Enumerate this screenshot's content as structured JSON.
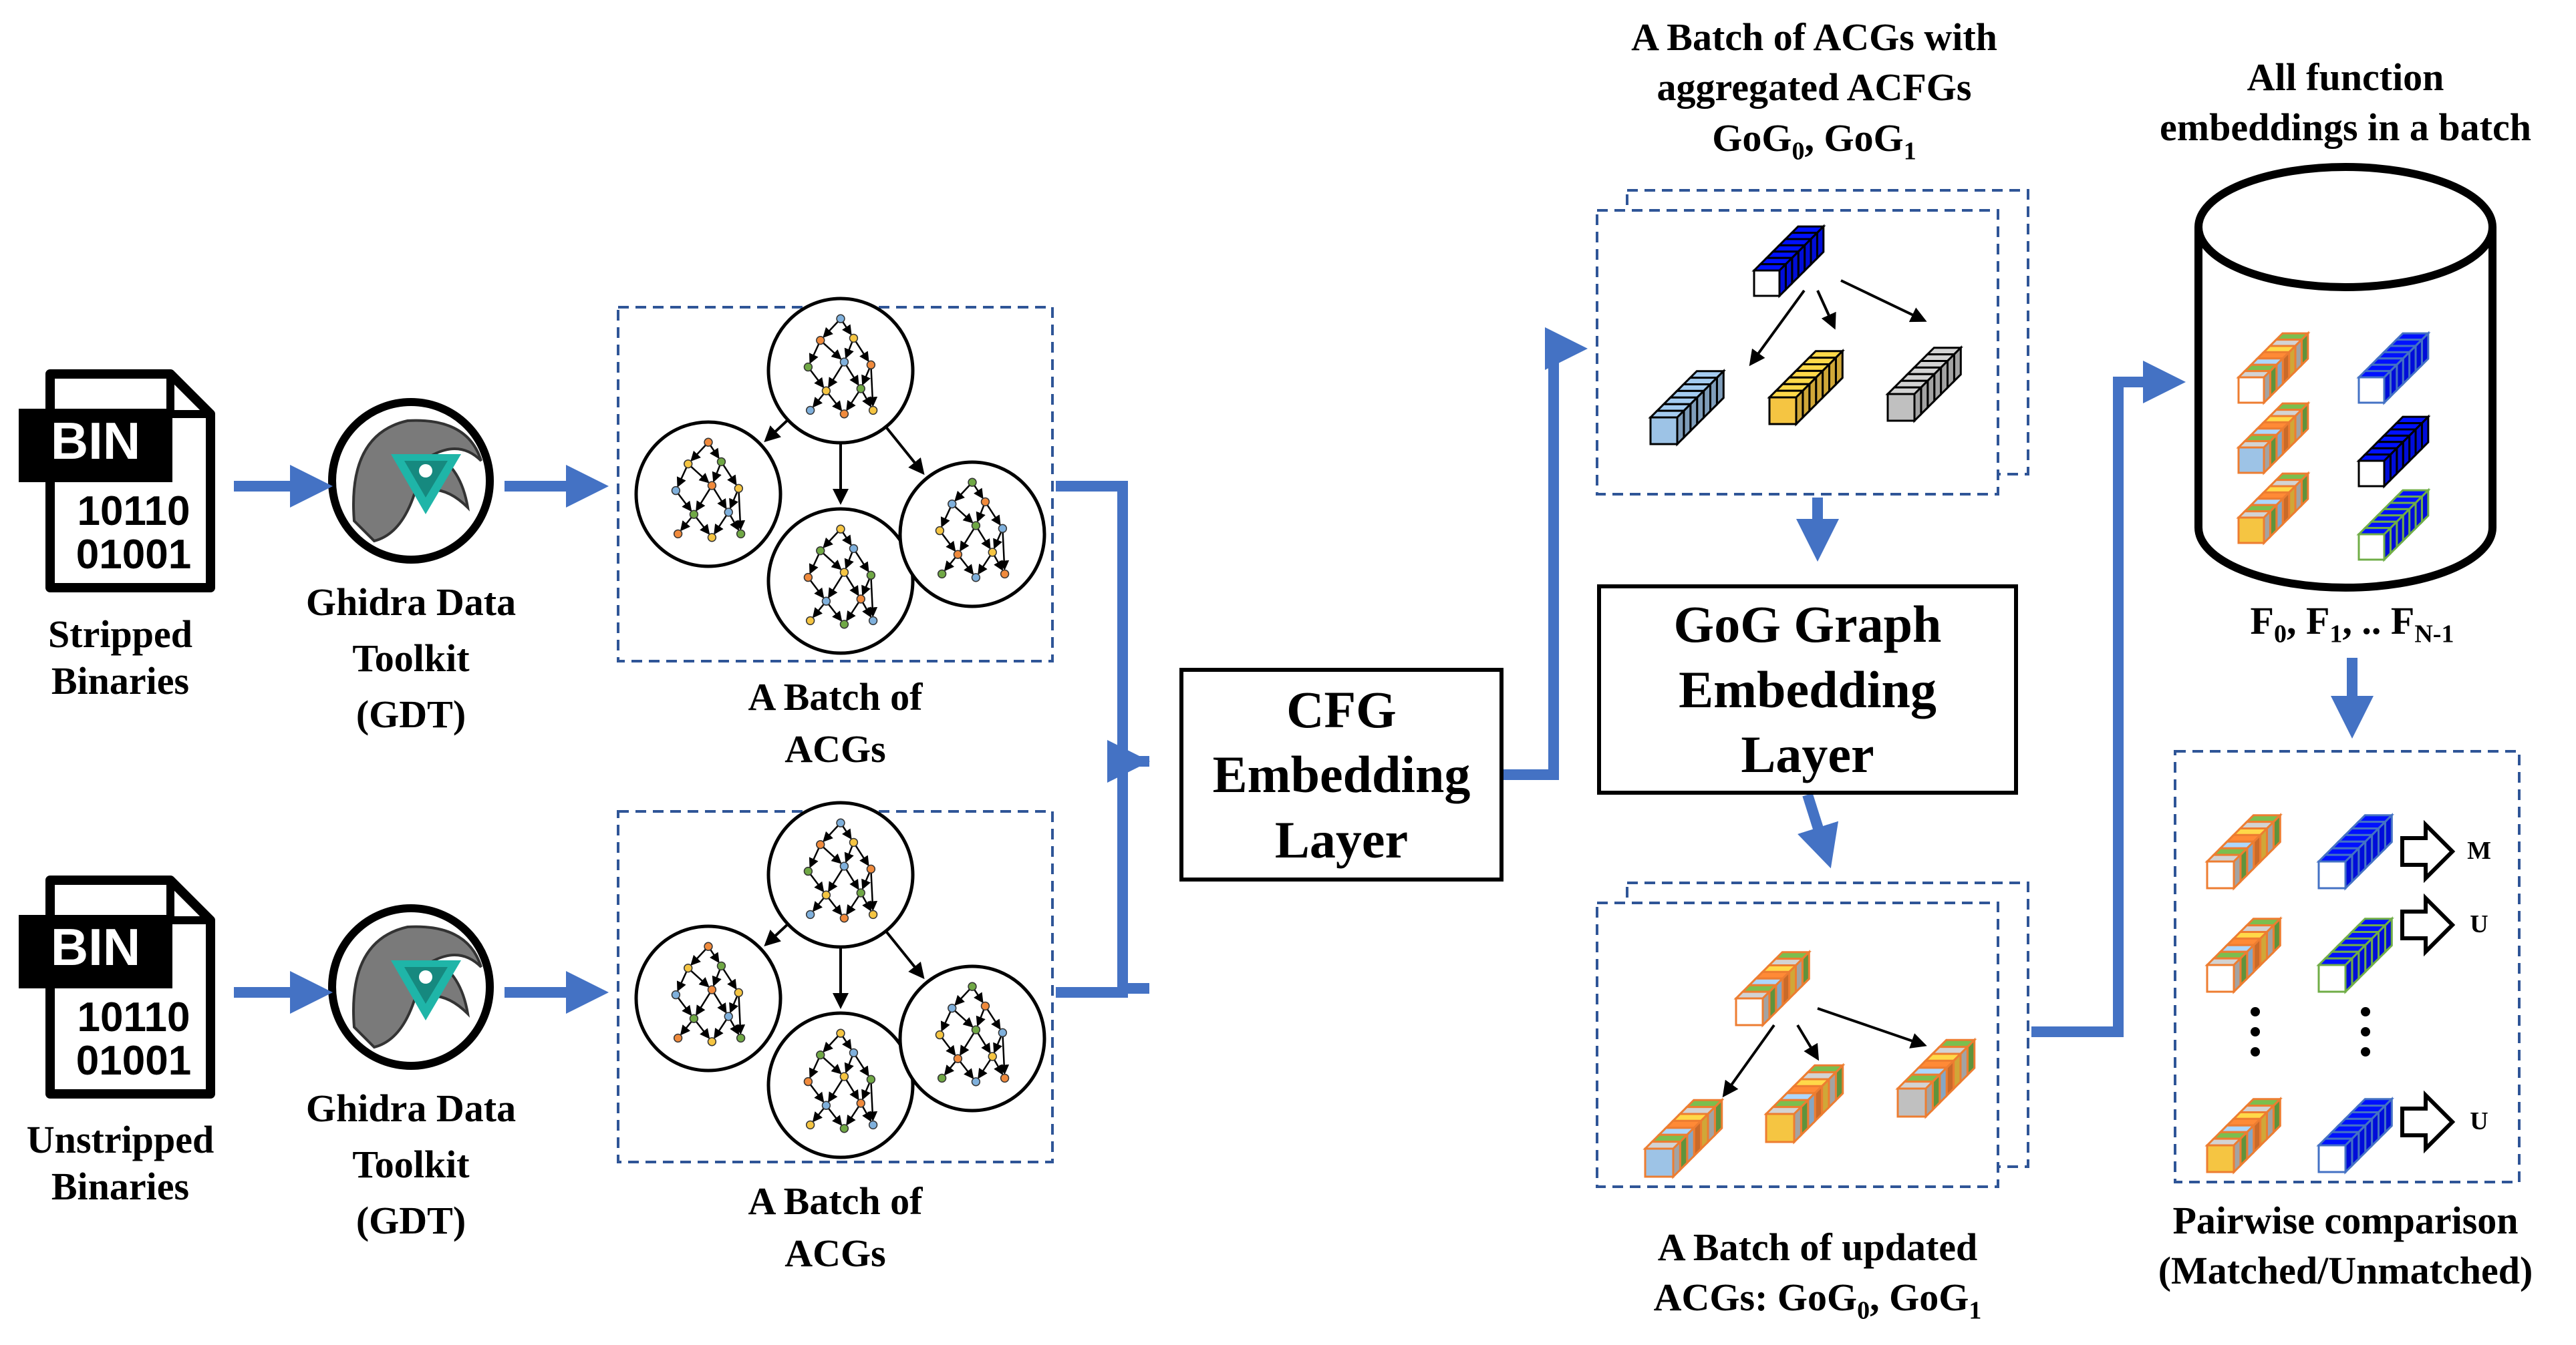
{
  "inputs": {
    "stripped": {
      "icon_text": "BIN",
      "bits_line1": "10110",
      "bits_line2": "01001",
      "label": "Stripped\nBinaries"
    },
    "unstripped": {
      "icon_text": "BIN",
      "bits_line1": "10110",
      "bits_line2": "01001",
      "label": "Unstripped\nBinaries"
    }
  },
  "tools": {
    "top_label": "Ghidra Data\nToolkit\n(GDT)",
    "bottom_label": "Ghidra Data\nToolkit\n(GDT)",
    "icon": "dragon-logo-icon"
  },
  "acg_batch": {
    "top_label": "A Batch of\nACGs",
    "bottom_label": "A Batch of\nACGs"
  },
  "cfg_layer": {
    "label": "CFG\nEmbedding\nLayer"
  },
  "gog_layer": {
    "label": "GoG Graph\nEmbedding\nLayer"
  },
  "aggregated": {
    "label_line1": "A Batch of ACGs with",
    "label_line2": "aggregated ACFGs"
  },
  "updated": {
    "label_line1": "A Batch of updated"
  },
  "gog_symbol": "GoG",
  "sub_0": "0",
  "sub_1": "1",
  "sep": ", ",
  "acgs_prefix": "ACGs: ",
  "database": {
    "label": "All function\nembeddings in a batch"
  },
  "f_symbol": "F",
  "f_subs": [
    "0",
    "1",
    "N-1"
  ],
  "f_sep": ", ",
  "f_ellipsis": ", ..",
  "pairwise": {
    "label": "Pairwise comparison\n(Matched/Unmatched)",
    "results": [
      "M",
      "U",
      "U"
    ]
  },
  "colors": {
    "arrow_blue": "#4472c4",
    "dash_blue": "#2f5597",
    "node_blue": "#7fb0dc",
    "node_orange": "#f08a3c",
    "node_yellow": "#f5c542",
    "node_green": "#70a845",
    "cube_blue": "#4472c4",
    "cube_orange": "#ed7d31",
    "cube_green": "#70ad47",
    "cube_gray": "#c0c0c0",
    "cube_yellow": "#f5c542",
    "cube_lightblue": "#9dc3e6"
  }
}
